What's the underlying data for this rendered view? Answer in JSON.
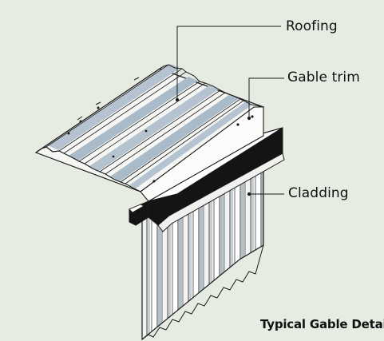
{
  "labels": {
    "roofing": "Roofing",
    "gable_trim": "Gable trim",
    "cladding": "Cladding"
  },
  "caption": "Typical Gable Details",
  "colors": {
    "background": "#e7ece3",
    "outline": "#1a1a1a",
    "metal_light": "#ffffff",
    "metal_shade": "#bfc9cf",
    "metal_blue": "#a8b8c6",
    "trim_dark": "#141414"
  }
}
